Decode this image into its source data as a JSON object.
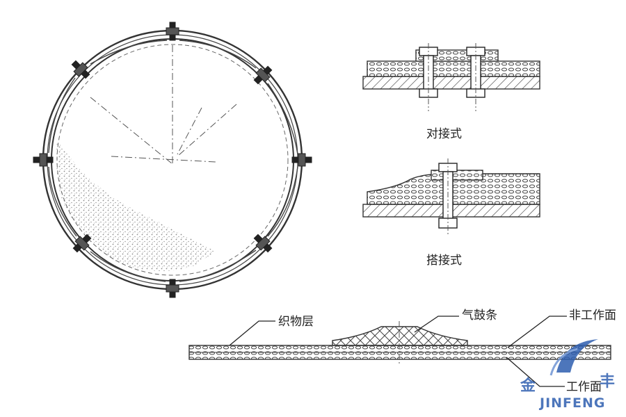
{
  "labels": {
    "butt_joint": "对接式",
    "lap_joint": "搭接式",
    "fabric_layer": "织物层",
    "air_drum_strip": "气鼓条",
    "non_working_face": "非工作面",
    "working_face": "工作面"
  },
  "watermark": {
    "left_char": "金",
    "right_char": "丰",
    "brand": "JINFENG",
    "color": "#2f5fb0"
  },
  "colors": {
    "line": "#333333",
    "stipple": "#9a9a9a"
  }
}
